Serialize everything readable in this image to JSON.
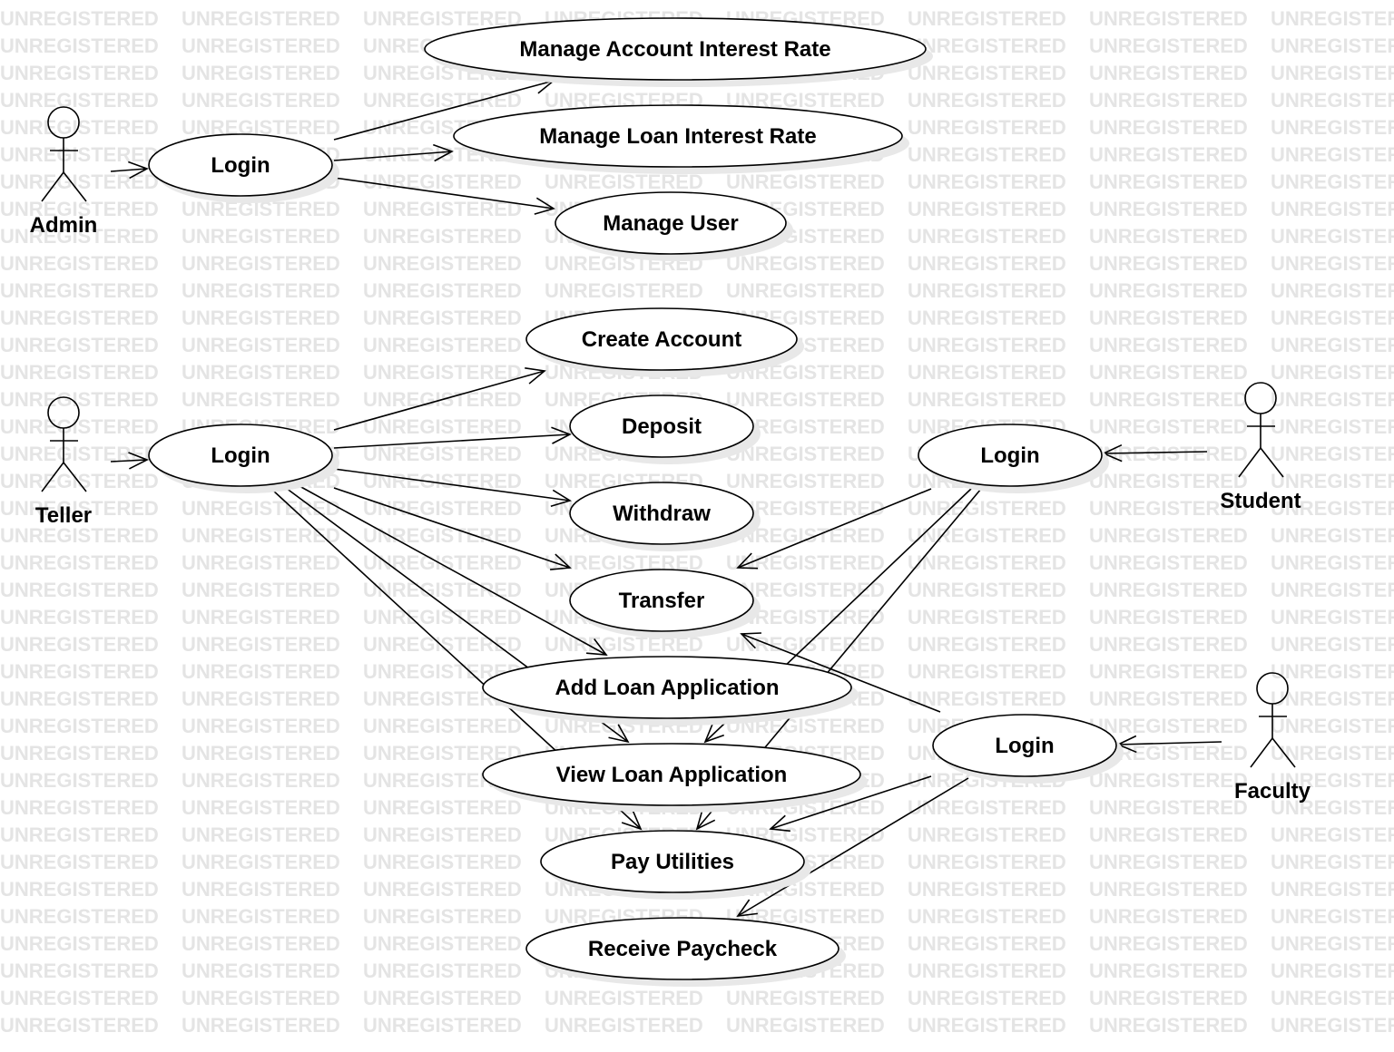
{
  "watermark": "UNREGISTERED",
  "actors": [
    {
      "id": "admin",
      "name": "Admin"
    },
    {
      "id": "teller",
      "name": "Teller"
    },
    {
      "id": "student",
      "name": "Student"
    },
    {
      "id": "faculty",
      "name": "Faculty"
    }
  ],
  "use_cases": [
    {
      "id": "login_admin",
      "label": "Login"
    },
    {
      "id": "manage_account_interest_rate",
      "label": "Manage Account Interest Rate"
    },
    {
      "id": "manage_loan_interest_rate",
      "label": "Manage Loan Interest Rate"
    },
    {
      "id": "manage_user",
      "label": "Manage User"
    },
    {
      "id": "login_teller",
      "label": "Login"
    },
    {
      "id": "create_account",
      "label": "Create Account"
    },
    {
      "id": "deposit",
      "label": "Deposit"
    },
    {
      "id": "withdraw",
      "label": "Withdraw"
    },
    {
      "id": "transfer",
      "label": "Transfer"
    },
    {
      "id": "add_loan_application",
      "label": "Add Loan Application"
    },
    {
      "id": "view_loan_application",
      "label": "View Loan Application"
    },
    {
      "id": "pay_utilities",
      "label": "Pay Utilities"
    },
    {
      "id": "receive_paycheck",
      "label": "Receive Paycheck"
    },
    {
      "id": "login_student",
      "label": "Login"
    },
    {
      "id": "login_faculty",
      "label": "Login"
    }
  ],
  "associations": [
    {
      "from": "admin",
      "to": "login_admin"
    },
    {
      "from": "login_admin",
      "to": "manage_account_interest_rate"
    },
    {
      "from": "login_admin",
      "to": "manage_loan_interest_rate"
    },
    {
      "from": "login_admin",
      "to": "manage_user"
    },
    {
      "from": "teller",
      "to": "login_teller"
    },
    {
      "from": "login_teller",
      "to": "create_account"
    },
    {
      "from": "login_teller",
      "to": "deposit"
    },
    {
      "from": "login_teller",
      "to": "withdraw"
    },
    {
      "from": "login_teller",
      "to": "transfer"
    },
    {
      "from": "login_teller",
      "to": "add_loan_application"
    },
    {
      "from": "login_teller",
      "to": "view_loan_application"
    },
    {
      "from": "login_teller",
      "to": "pay_utilities"
    },
    {
      "from": "student",
      "to": "login_student"
    },
    {
      "from": "login_student",
      "to": "transfer"
    },
    {
      "from": "login_student",
      "to": "view_loan_application"
    },
    {
      "from": "login_student",
      "to": "pay_utilities"
    },
    {
      "from": "faculty",
      "to": "login_faculty"
    },
    {
      "from": "login_faculty",
      "to": "transfer"
    },
    {
      "from": "login_faculty",
      "to": "pay_utilities"
    },
    {
      "from": "login_faculty",
      "to": "receive_paycheck"
    }
  ]
}
